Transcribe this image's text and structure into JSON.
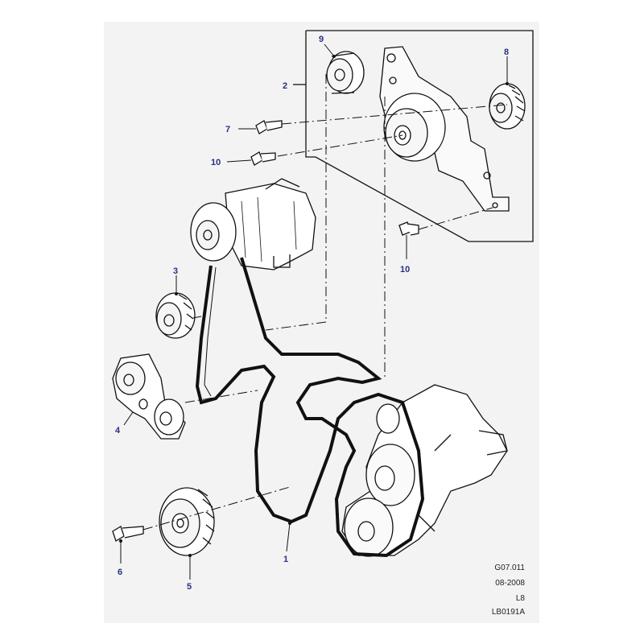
{
  "callouts": {
    "c1": "1",
    "c2": "2",
    "c3": "3",
    "c4": "4",
    "c5": "5",
    "c6": "6",
    "c7": "7",
    "c8": "8",
    "c9": "9",
    "c10a": "10",
    "c10b": "10"
  },
  "meta": {
    "code": "G07.011",
    "date": "08-2008",
    "model": "L8",
    "ref": "LB0191A"
  },
  "colors": {
    "callout": "#2a2f86",
    "line": "#111111",
    "sheet": "#f3f3f3"
  }
}
